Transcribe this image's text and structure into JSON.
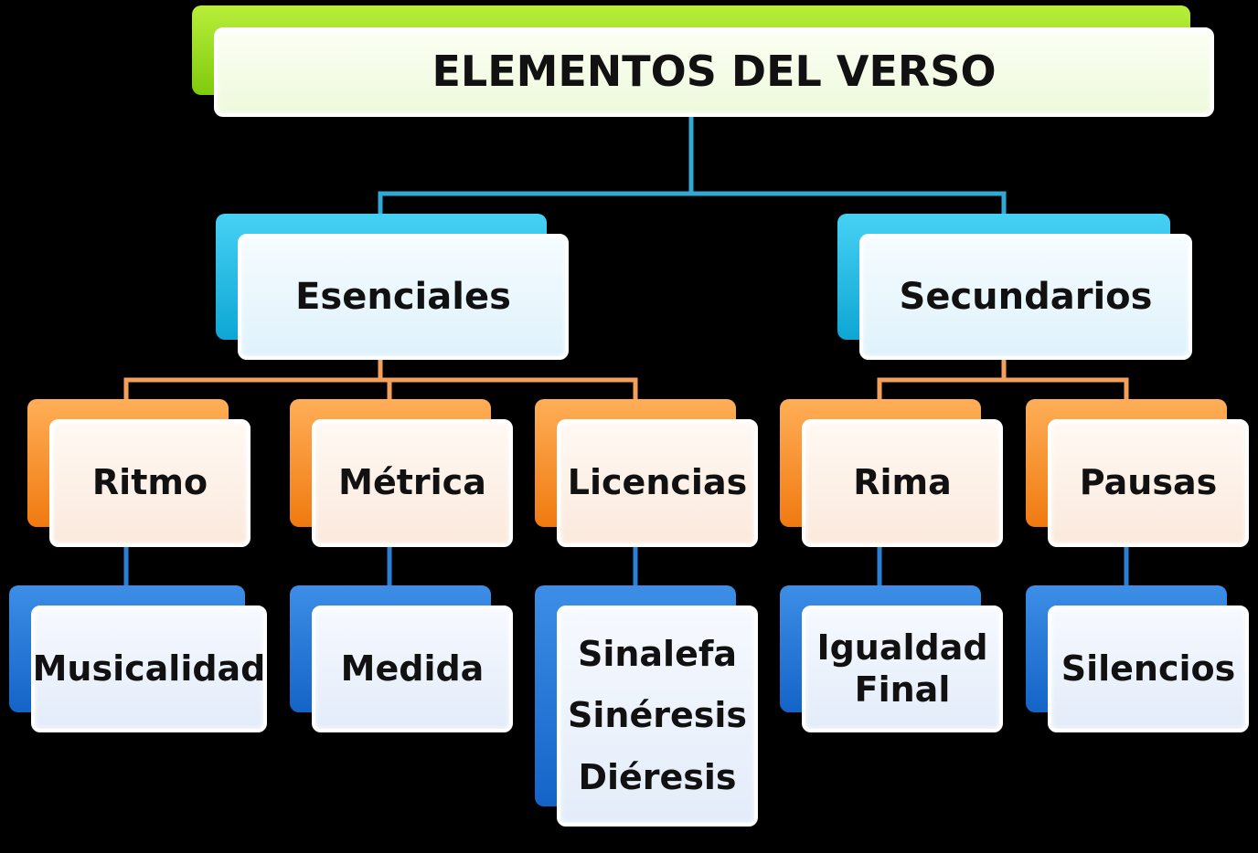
{
  "diagram": {
    "root": {
      "label": "ELEMENTOS DEL VERSO"
    },
    "branches": {
      "esenciales": {
        "label": "Esenciales",
        "children": {
          "ritmo": {
            "label": "Ritmo",
            "detail": [
              "Musicalidad"
            ]
          },
          "metrica": {
            "label": "Métrica",
            "detail": [
              "Medida"
            ]
          },
          "licencias": {
            "label": "Licencias",
            "detail": [
              "Sinalefa",
              "Sinéresis",
              "Diéresis"
            ]
          }
        }
      },
      "secundarios": {
        "label": "Secundarios",
        "children": {
          "rima": {
            "label": "Rima",
            "detail": [
              "Igualdad",
              "Final"
            ]
          },
          "pausas": {
            "label": "Pausas",
            "detail": [
              "Silencios"
            ]
          }
        }
      }
    }
  },
  "colors": {
    "background": "#000000",
    "root_accent": "#8fd619",
    "level1_accent": "#1fb6e4",
    "level2_accent": "#f58a22",
    "level3_accent": "#1f74d8",
    "root_connector": "#2fa9d6",
    "level2_connector": "#f5a05a",
    "level3_connector": "#2a7fd6",
    "text": "#111111"
  }
}
